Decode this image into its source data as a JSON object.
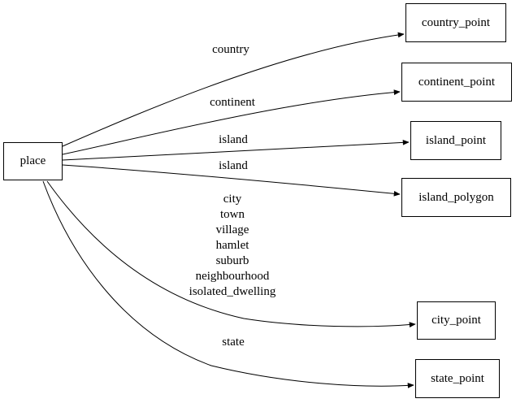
{
  "diagram": {
    "type": "directed-graph",
    "background_color": "#ffffff",
    "line_color": "#000000",
    "text_color": "#000000",
    "nodes": {
      "place": {
        "label": "place"
      },
      "country_point": {
        "label": "country_point"
      },
      "continent_point": {
        "label": "continent_point"
      },
      "island_point": {
        "label": "island_point"
      },
      "island_polygon": {
        "label": "island_polygon"
      },
      "city_point": {
        "label": "city_point"
      },
      "state_point": {
        "label": "state_point"
      }
    },
    "edges": [
      {
        "from": "place",
        "to": "country_point",
        "label": "country"
      },
      {
        "from": "place",
        "to": "continent_point",
        "label": "continent"
      },
      {
        "from": "place",
        "to": "island_point",
        "label": "island"
      },
      {
        "from": "place",
        "to": "island_polygon",
        "label": "island"
      },
      {
        "from": "place",
        "to": "city_point",
        "label": "city town village hamlet suburb neighbourhood isolated_dwelling"
      },
      {
        "from": "place",
        "to": "state_point",
        "label": "state"
      }
    ],
    "edge_labels": {
      "country": "country",
      "continent": "continent",
      "island_1": "island",
      "island_2": "island",
      "city_lines": [
        "city",
        "town",
        "village",
        "hamlet",
        "suburb",
        "neighbourhood",
        "isolated_dwelling"
      ],
      "state": "state"
    }
  }
}
